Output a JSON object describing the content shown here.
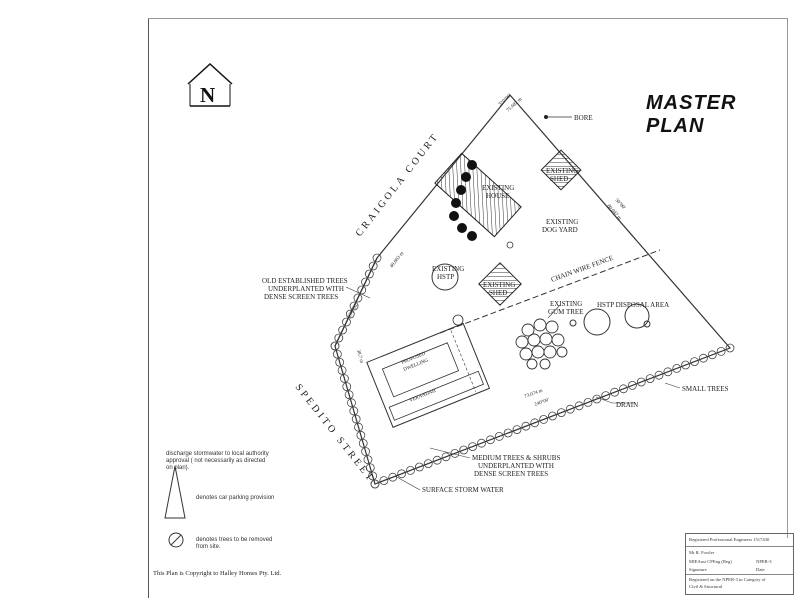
{
  "title": "MASTER PLAN",
  "north_label": "N",
  "labels": {
    "road_1": "CRAIGOLA COURT",
    "road_2": "SPEDITO STREET",
    "bore": "BORE",
    "existing_house": [
      "EXISTING",
      "HOUSE"
    ],
    "existing_shed_1": [
      "EXISTING",
      "SHED"
    ],
    "existing_shed_2": [
      "EXISTING",
      "SHED"
    ],
    "dog_yard": [
      "EXISTING",
      "DOG YARD"
    ],
    "hstp": [
      "EXISTING",
      "HSTP"
    ],
    "wire_fence": "CHAIN WIRE FENCE",
    "gum_tree": [
      "EXISTING",
      "GUM TREE"
    ],
    "disposal": "HSTP DISPOSAL AREA",
    "small_trees": "SMALL TREES",
    "drain": "DRAIN",
    "old_trees": [
      "OLD ESTABLISHED TREES",
      "UNDERPLANTED WITH",
      "DENSE SCREEN TREES"
    ],
    "medium_trees": [
      "MEDIUM TREES & SHRUBS",
      "UNDERPLANTED WITH",
      "DENSE SCREEN TREES"
    ],
    "surface_storm": "SURFACE STORM WATER",
    "proposed": [
      "PROPOSED",
      "DWELLING"
    ],
    "verandah": "VERANDAH",
    "boundary_dims": [
      "320°00'",
      "75.682 m",
      "50°00'",
      "80.047 m",
      "73.074 m",
      "240°00'",
      "40.003 m",
      "230°00'",
      "38.7 m"
    ]
  },
  "legend": {
    "stormwater": [
      "discharge stormwater to local authority",
      "approval ( not necessarily as directed",
      "on plan)."
    ],
    "car_parking": "denotes car parking provision",
    "trees_removed": [
      "denotes trees to be removed",
      "from site."
    ]
  },
  "copyright": "This Plan is Copyright to Halley Homes Pty. Ltd.",
  "title_block": {
    "line1": "Registered Professional Engineers 1517430",
    "line2": "Mr R. Fowler",
    "line3": "MIEAust CPEng (Reg)",
    "line4": "NPER-3",
    "line5": "Registered on the NPER-3 in Category of",
    "line6": "Civil & Structural",
    "sig_label": "Signature",
    "date_label": "Date"
  }
}
